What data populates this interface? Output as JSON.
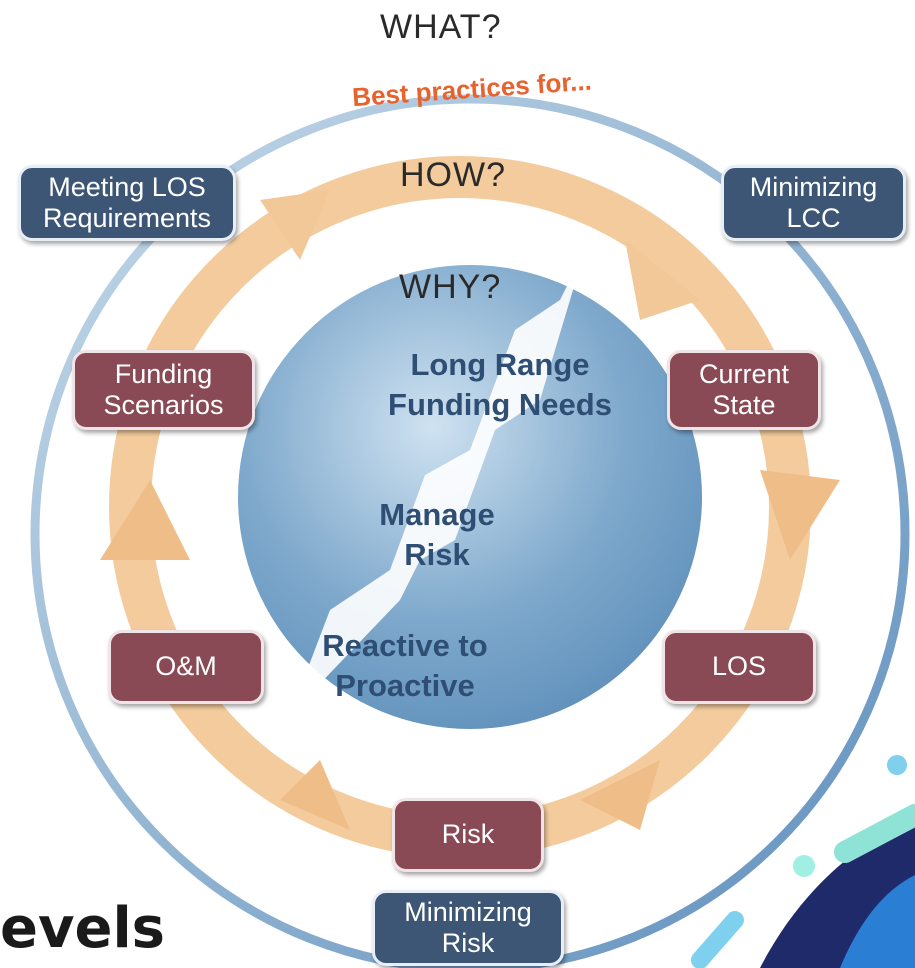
{
  "headings": {
    "what": "WHAT?",
    "how": "HOW?",
    "why": "WHY?"
  },
  "subtitle": "Best practices for...",
  "outer_boxes": {
    "meeting_los": [
      "Meeting LOS",
      "Requirements"
    ],
    "minimizing_lcc": [
      "Minimizing",
      "LCC"
    ],
    "minimizing_risk": [
      "Minimizing",
      "Risk"
    ]
  },
  "cycle_boxes": {
    "funding_scenarios": [
      "Funding",
      "Scenarios"
    ],
    "current_state": [
      "Current",
      "State"
    ],
    "om": [
      "O&M"
    ],
    "los": [
      "LOS"
    ],
    "risk": [
      "Risk"
    ]
  },
  "center": {
    "long_range": [
      "Long Range",
      "Funding Needs"
    ],
    "manage_risk": [
      "Manage",
      "Risk"
    ],
    "reactive": [
      "Reactive to",
      "Proactive"
    ]
  },
  "bottom_text": "evels",
  "colors": {
    "navy_box": "#3d5676",
    "maroon_box": "#8a4a55",
    "outer_ring": "#8fb3d3",
    "cycle_ring": "#f0c48f",
    "center_circle": "#6c9cc3",
    "subtitle": "#e8622d",
    "center_text": "#2f4e74"
  }
}
